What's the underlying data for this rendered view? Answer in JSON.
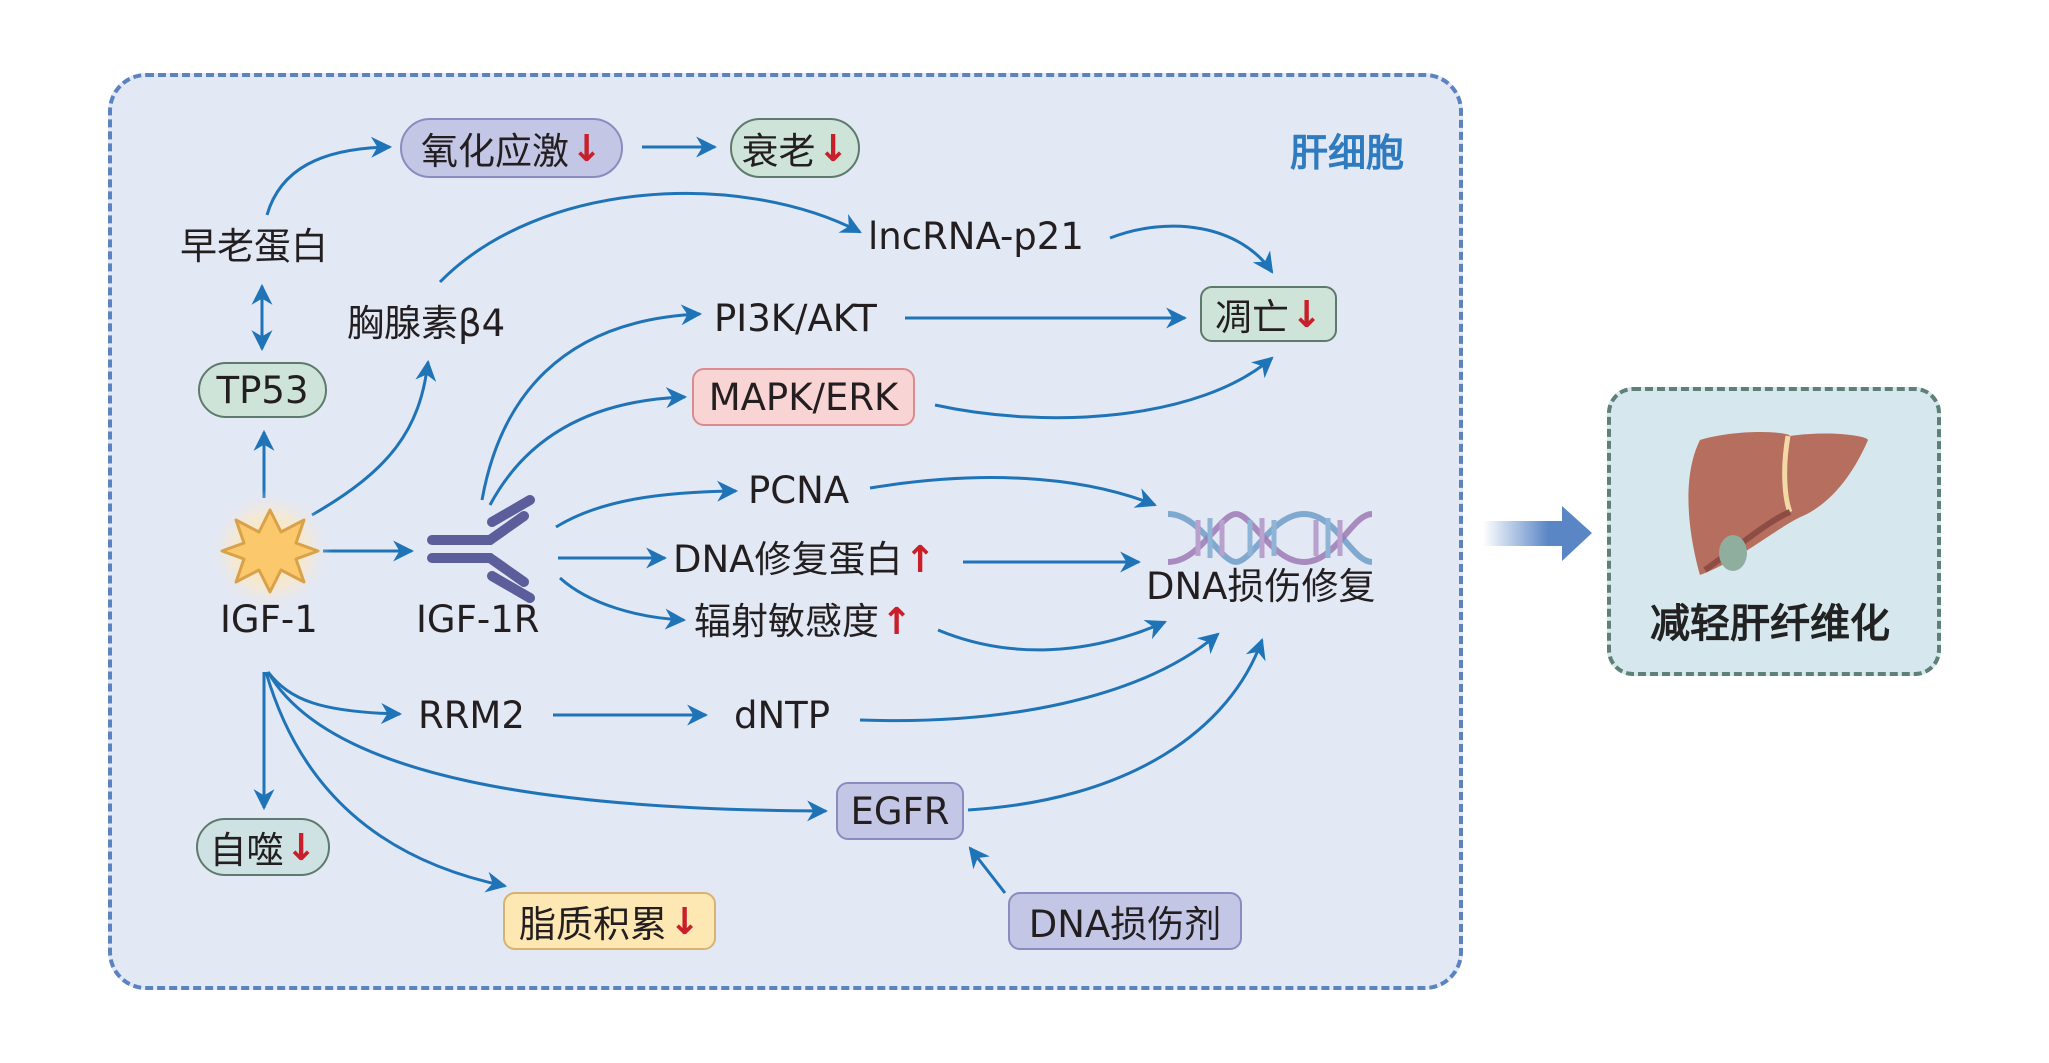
{
  "diagram": {
    "container_label": "肝细胞",
    "outcome_label": "减轻肝纤维化",
    "colors": {
      "arrow": "#1f74b8",
      "down_arrow": "#c81f2a",
      "container_border": "#5b83c0",
      "container_fill": "#e3e8f5",
      "outcome_fill": "#d6e8ee",
      "outcome_border": "#5e8076",
      "pill_green": "#cfe4d9",
      "pill_purple": "#c4c6e6",
      "pill_pink": "#f9d4d4",
      "pill_yellow": "#fde8b4",
      "receptor": "#5b5e9a",
      "star": "#f9c86a"
    },
    "nodes": {
      "oxidative_stress": {
        "text": "氧化应激",
        "trend": "↓"
      },
      "senescence": {
        "text": "衰老",
        "trend": "↓"
      },
      "progerin": {
        "text": "早老蛋白"
      },
      "thymosin": {
        "text": "胸腺素β4"
      },
      "tp53": {
        "text": "TP53"
      },
      "lncrna": {
        "text": "lncRNA-p21"
      },
      "apoptosis": {
        "text": "凋亡",
        "trend": "↓"
      },
      "pi3k": {
        "text": "PI3K/AKT"
      },
      "mapk": {
        "text": "MAPK/ERK"
      },
      "igf1": {
        "text": "IGF-1"
      },
      "igf1r": {
        "text": "IGF-1R"
      },
      "pcna": {
        "text": "PCNA"
      },
      "dna_repair_protein": {
        "text": "DNA修复蛋白",
        "trend": "↑"
      },
      "radiosensitivity": {
        "text": "辐射敏感度",
        "trend": "↑"
      },
      "dna_damage_repair": {
        "text": "DNA损伤修复"
      },
      "rrm2": {
        "text": "RRM2"
      },
      "dntp": {
        "text": "dNTP"
      },
      "egfr": {
        "text": "EGFR"
      },
      "autophagy": {
        "text": "自噬",
        "trend": "↓"
      },
      "lipid": {
        "text": "脂质积累",
        "trend": "↓"
      },
      "dna_damaging_agent": {
        "text": "DNA损伤剂"
      }
    },
    "edges": [
      [
        "progerin",
        "oxidative_stress"
      ],
      [
        "oxidative_stress",
        "senescence"
      ],
      [
        "progerin",
        "tp53",
        "bidirectional"
      ],
      [
        "igf1",
        "tp53"
      ],
      [
        "igf1",
        "thymosin"
      ],
      [
        "thymosin",
        "lncrna"
      ],
      [
        "lncrna",
        "apoptosis"
      ],
      [
        "igf1r",
        "pi3k"
      ],
      [
        "igf1r",
        "mapk"
      ],
      [
        "pi3k",
        "apoptosis"
      ],
      [
        "mapk",
        "apoptosis"
      ],
      [
        "igf1",
        "igf1r"
      ],
      [
        "igf1r",
        "pcna"
      ],
      [
        "igf1r",
        "dna_repair_protein"
      ],
      [
        "igf1r",
        "radiosensitivity"
      ],
      [
        "pcna",
        "dna_damage_repair"
      ],
      [
        "dna_repair_protein",
        "dna_damage_repair"
      ],
      [
        "radiosensitivity",
        "dna_damage_repair"
      ],
      [
        "igf1",
        "rrm2"
      ],
      [
        "rrm2",
        "dntp"
      ],
      [
        "dntp",
        "dna_damage_repair"
      ],
      [
        "igf1",
        "egfr"
      ],
      [
        "egfr",
        "dna_damage_repair"
      ],
      [
        "dna_damaging_agent",
        "egfr"
      ],
      [
        "igf1",
        "autophagy"
      ],
      [
        "igf1",
        "lipid"
      ],
      [
        "hepatocyte",
        "outcome"
      ]
    ]
  }
}
